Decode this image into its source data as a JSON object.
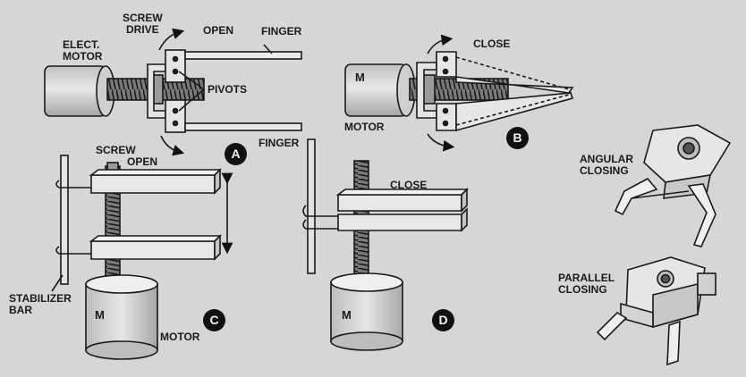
{
  "labels": {
    "elect_motor_1": "ELECT.",
    "elect_motor_2": "MOTOR",
    "screw_drive_1": "SCREW",
    "screw_drive_2": "DRIVE",
    "open_a": "OPEN",
    "finger_top": "FINGER",
    "finger_bottom": "FINGER",
    "pivots": "PIVOTS",
    "close_b": "CLOSE",
    "motor_b": "MOTOR",
    "motor_letter_b": "M",
    "screw_c": "SCREW",
    "open_c": "OPEN",
    "stabilizer_1": "STABILIZER",
    "stabilizer_2": "BAR",
    "motor_c": "MOTOR",
    "motor_letter_c": "M",
    "close_d": "CLOSE",
    "motor_letter_d": "M",
    "angular_1": "ANGULAR",
    "angular_2": "CLOSING",
    "parallel_1": "PARALLEL",
    "parallel_2": "CLOSING"
  },
  "badges": {
    "a": "A",
    "b": "B",
    "c": "C",
    "d": "D"
  }
}
